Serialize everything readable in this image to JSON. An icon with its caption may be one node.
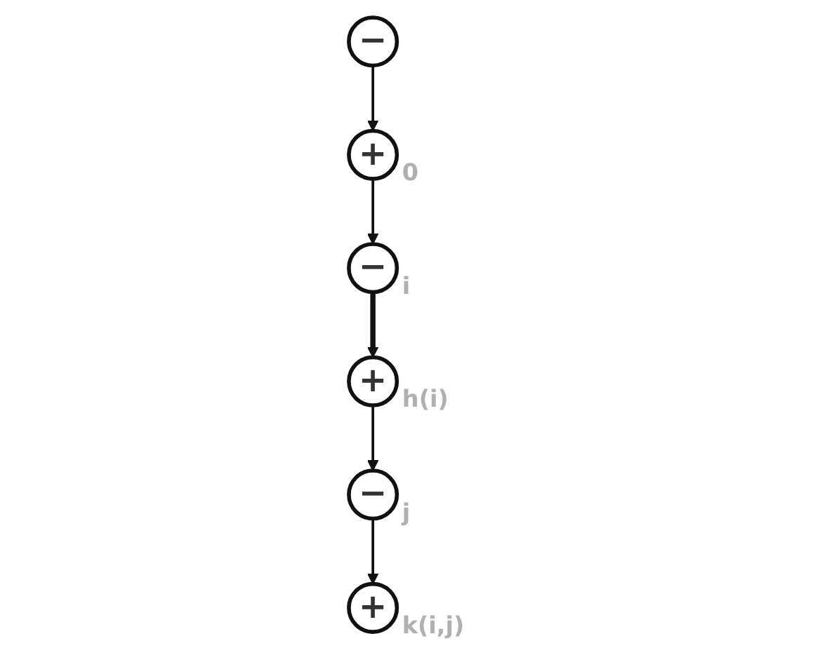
{
  "diagram": {
    "nodes": [
      {
        "text": [
          "−"
        ]
      },
      {
        "text": [
          "+"
        ],
        "beside": [
          "0"
        ]
      },
      {
        "text": [
          "−"
        ],
        "beside": [
          "i"
        ]
      },
      {
        "text": [
          "+"
        ],
        "beside": [
          "h(i)"
        ]
      },
      {
        "text": [
          "−"
        ],
        "beside": [
          "j"
        ]
      },
      {
        "text": [
          "+"
        ],
        "beside": [
          "k(i,j)"
        ]
      }
    ],
    "edges": [
      {
        "from": 0,
        "to": 1,
        "arrow": "to"
      },
      {
        "from": 1,
        "to": 2,
        "arrow": "to"
      },
      {
        "from": 2,
        "to": 3,
        "arrow": "to",
        "style": "thick"
      },
      {
        "from": 3,
        "to": 4,
        "arrow": "to"
      },
      {
        "from": 4,
        "to": 5,
        "arrow": "to"
      }
    ]
  }
}
